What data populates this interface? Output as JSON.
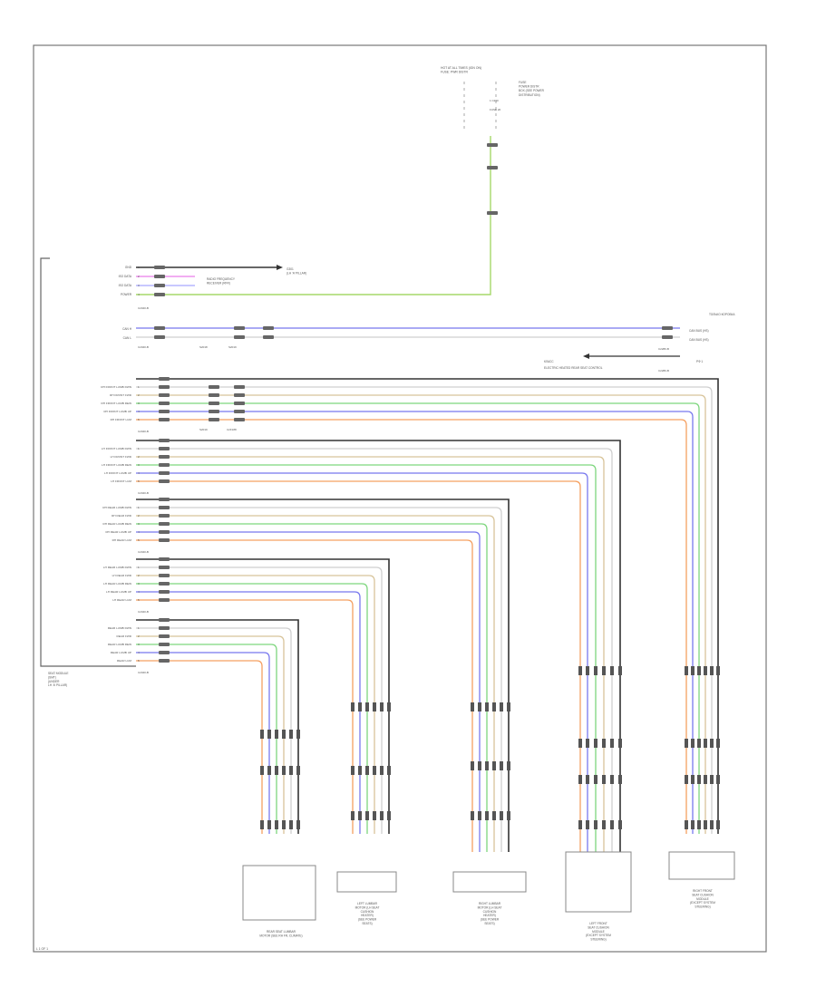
{
  "colors": {
    "border": "#777777",
    "wire_orange": "#f5a060",
    "wire_green": "#7ed67e",
    "wire_blue": "#7878ee",
    "wire_gray": "#cfcfcf",
    "wire_tan": "#d8c49a",
    "wire_black": "#333333",
    "wire_lime": "#a6d86a",
    "wire_pink": "#e97ee9",
    "wire_violet": "#a6a6ff"
  },
  "top_connector": {
    "title_lines": [
      "HOT AT ALL TIMES (IGN ON)",
      "FUSE: PWR DISTR"
    ],
    "note_lines": [
      "FUSE",
      "POWER DISTR",
      "BOX (SEE POWER",
      "DISTRIBUTION)"
    ]
  },
  "upper_block": {
    "rows": [
      "GND",
      "ISO DATA",
      "ISO DATA",
      "POWER"
    ],
    "connector": "C2040-B",
    "ground_note": [
      "G301",
      "(LH ‘A’ PILLAR)"
    ],
    "splice_note": [
      "RADIO FREQUENCY",
      "RECEIVER (RFR)"
    ]
  },
  "can_block": {
    "rows": [
      "CAN H",
      "CAN L"
    ],
    "connectors": [
      "C2040-B",
      "S2018",
      "S2019"
    ],
    "right_title": "ТОЛЬКО КОРОБКА",
    "right_rows": [
      "CAN BUS (HS)",
      "CAN BUS (HS)"
    ],
    "right_conn": [
      "C2280-B",
      "C2280-B"
    ],
    "heater_label": "КЛАСС",
    "heater_line": "ELECTRIC HEATED REAR SEAT CONTROL",
    "right_extra": "РФ 1"
  },
  "seat_blocks": [
    {
      "rows": [
        "RH FRONT LUMB DWN",
        "RH FRONT FWD",
        "RH FRONT LUMB REW",
        "RH FRONT LUMB UP",
        "RH FRONT LUM"
      ],
      "connector": "C2040-B"
    },
    {
      "rows": [
        "LH FRONT LUMB DWN",
        "LH FRONT FWD",
        "LH FRONT LUMB REW",
        "LH FRONT LUMB UP",
        "LH FRONT LUM"
      ],
      "connector": "C2040-B"
    },
    {
      "rows": [
        "RH REAR LUMB DWN",
        "RH REAR FWD",
        "RH REAR LUMB REW",
        "RH REAR LUMB UP",
        "RH REAR LUM"
      ],
      "connector": "C2040-B"
    },
    {
      "rows": [
        "LH REAR LUMB DWN",
        "LH REAR FWD",
        "LH REAR LUMB REW",
        "LH REAR LUMB UP",
        "LH REAR LUM"
      ],
      "connector": "C2040-B"
    },
    {
      "rows": [
        "REAR LUMB DWN",
        "REAR FWD",
        "REAR LUMB REW",
        "REAR LUMB UP",
        "REAR LUM"
      ],
      "connector": "C2040-B"
    }
  ],
  "module_label": [
    "SEAT MODULE",
    "(SMT)",
    "(UNDER",
    "LH ‘A’ PILLAR)"
  ],
  "bottom_components": [
    {
      "label": [
        "REAR SEAT LUMBAR",
        "MOTOR (SEE RH FR, CLIMATE)"
      ]
    },
    {
      "label": [
        "LEFT LUMBAR",
        "MOTOR (LH SEAT",
        "CUSHION",
        "HEATER)",
        "(SEE POWER",
        "SEATS)"
      ]
    },
    {
      "label": [
        "RIGHT LUMBAR",
        "MOTOR (LH SEAT",
        "CUSHION",
        "HEATER)",
        "(SEE POWER",
        "SEATS)"
      ]
    },
    {
      "label": [
        "LEFT FRONT",
        "SEAT CUSHION",
        "MODULE",
        "(EXCEPT SYSTEM",
        "STEERING)"
      ]
    },
    {
      "label": [
        "RIGHT FRONT",
        "SEAT CUSHION",
        "MODULE",
        "(EXCEPT SYSTEM",
        "STEERING)"
      ]
    }
  ],
  "page_footer": "L 1 OF 1"
}
